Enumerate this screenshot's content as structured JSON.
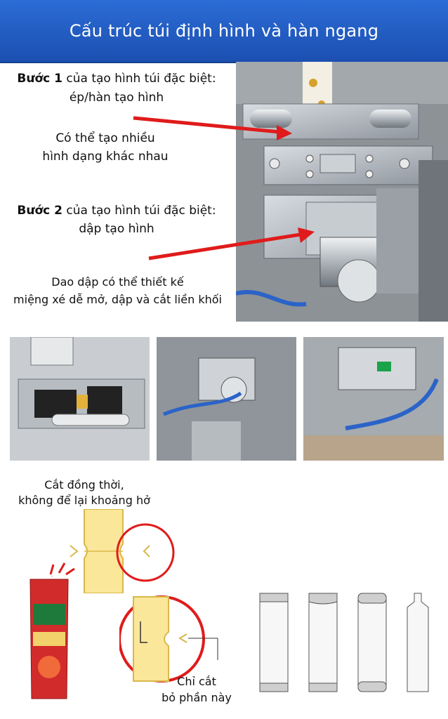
{
  "header": {
    "title": "Cấu trúc túi định hình và hàn ngang"
  },
  "step1": {
    "label_bold": "Bước 1",
    "label_rest": " của tạo hình túi đặc biệt:",
    "line2": "ép/hàn tạo hình",
    "note_line1": "Có thể tạo nhiều",
    "note_line2": "hình dạng khác nhau"
  },
  "step2": {
    "label_bold": "Bước 2",
    "label_rest": " của tạo hình túi đặc biệt:",
    "line2": "dập tạo hình",
    "note_line1": "Dao dập có thể thiết kế",
    "note_line2": "miệng xé dễ mở, dập và cắt liền khối"
  },
  "cut_note": {
    "line1": "Cắt đồng thời,",
    "line2": "không để lại khoảng hở"
  },
  "trim_note": {
    "line1": "Chỉ cắt",
    "line2": "bỏ phần này"
  },
  "colors": {
    "header": "#1f56bd",
    "arrow": "#e01b1b",
    "pouch_fill": "#fbe79a",
    "pouch_stroke": "#d9b84a"
  }
}
